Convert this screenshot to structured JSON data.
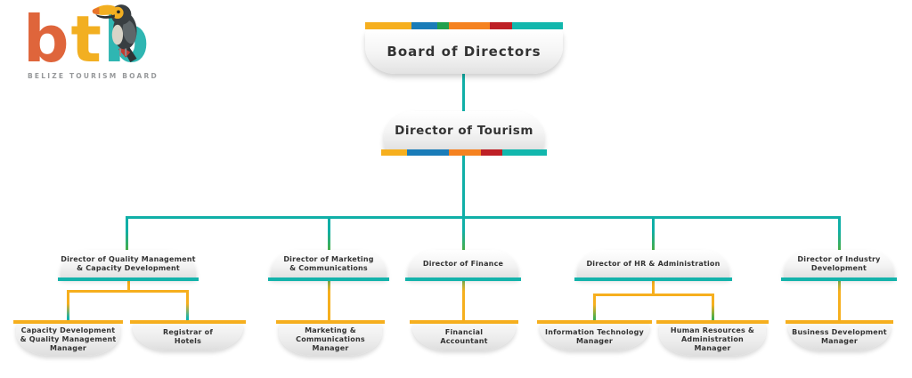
{
  "logo": {
    "letters": [
      {
        "char": "b",
        "color": "#DF653B"
      },
      {
        "char": "t",
        "color": "#F2AF21"
      },
      {
        "char": "b",
        "color": "#2FB6B2"
      }
    ],
    "subtitle": "BELIZE TOURISM BOARD"
  },
  "colors": {
    "tealLine": "#10AFA7",
    "greenLine": "#45AD4C",
    "yellowLine": "#F6AF1E",
    "tealBar": "#14B3AB",
    "yellowBar": "#F6AF1E",
    "ink": "#333333",
    "subtitleGray": "#97999B"
  },
  "bars": {
    "board_top": [
      {
        "color": "#F6AF1E",
        "flex": 23.5
      },
      {
        "color": "#1A7CB8",
        "flex": 13.1
      },
      {
        "color": "#21A04D",
        "flex": 5.9
      },
      {
        "color": "#F58220",
        "flex": 20.4
      },
      {
        "color": "#BE2026",
        "flex": 11.3
      },
      {
        "color": "#12B7AD",
        "flex": 25.8
      }
    ],
    "tourism_bottom": [
      {
        "color": "#F6AF1E",
        "flex": 15.5
      },
      {
        "color": "#1A7CB8",
        "flex": 25.5
      },
      {
        "color": "#F58220",
        "flex": 19.4
      },
      {
        "color": "#BE2026",
        "flex": 12.8
      },
      {
        "color": "#12B7AD",
        "flex": 26.8
      }
    ]
  },
  "org": {
    "root": {
      "label": "Board of Directors"
    },
    "director": {
      "label": "Director of Tourism"
    },
    "departments": [
      {
        "label": "Director of Quality Management\n& Capacity Development",
        "reports": [
          "Capacity Development\n& Quality Management\nManager",
          "Registrar of\nHotels"
        ]
      },
      {
        "label": "Director of Marketing\n& Communications",
        "reports": [
          "Marketing &\nCommunications\nManager"
        ]
      },
      {
        "label": "Director of Finance",
        "reports": [
          "Financial\nAccountant"
        ]
      },
      {
        "label": "Director of HR & Administration",
        "reports": [
          "Information Technology\nManager",
          "Human Resources &\nAdministration\nManager"
        ]
      },
      {
        "label": "Director of Industry\nDevelopment",
        "reports": [
          "Business Development\nManager"
        ]
      }
    ]
  }
}
